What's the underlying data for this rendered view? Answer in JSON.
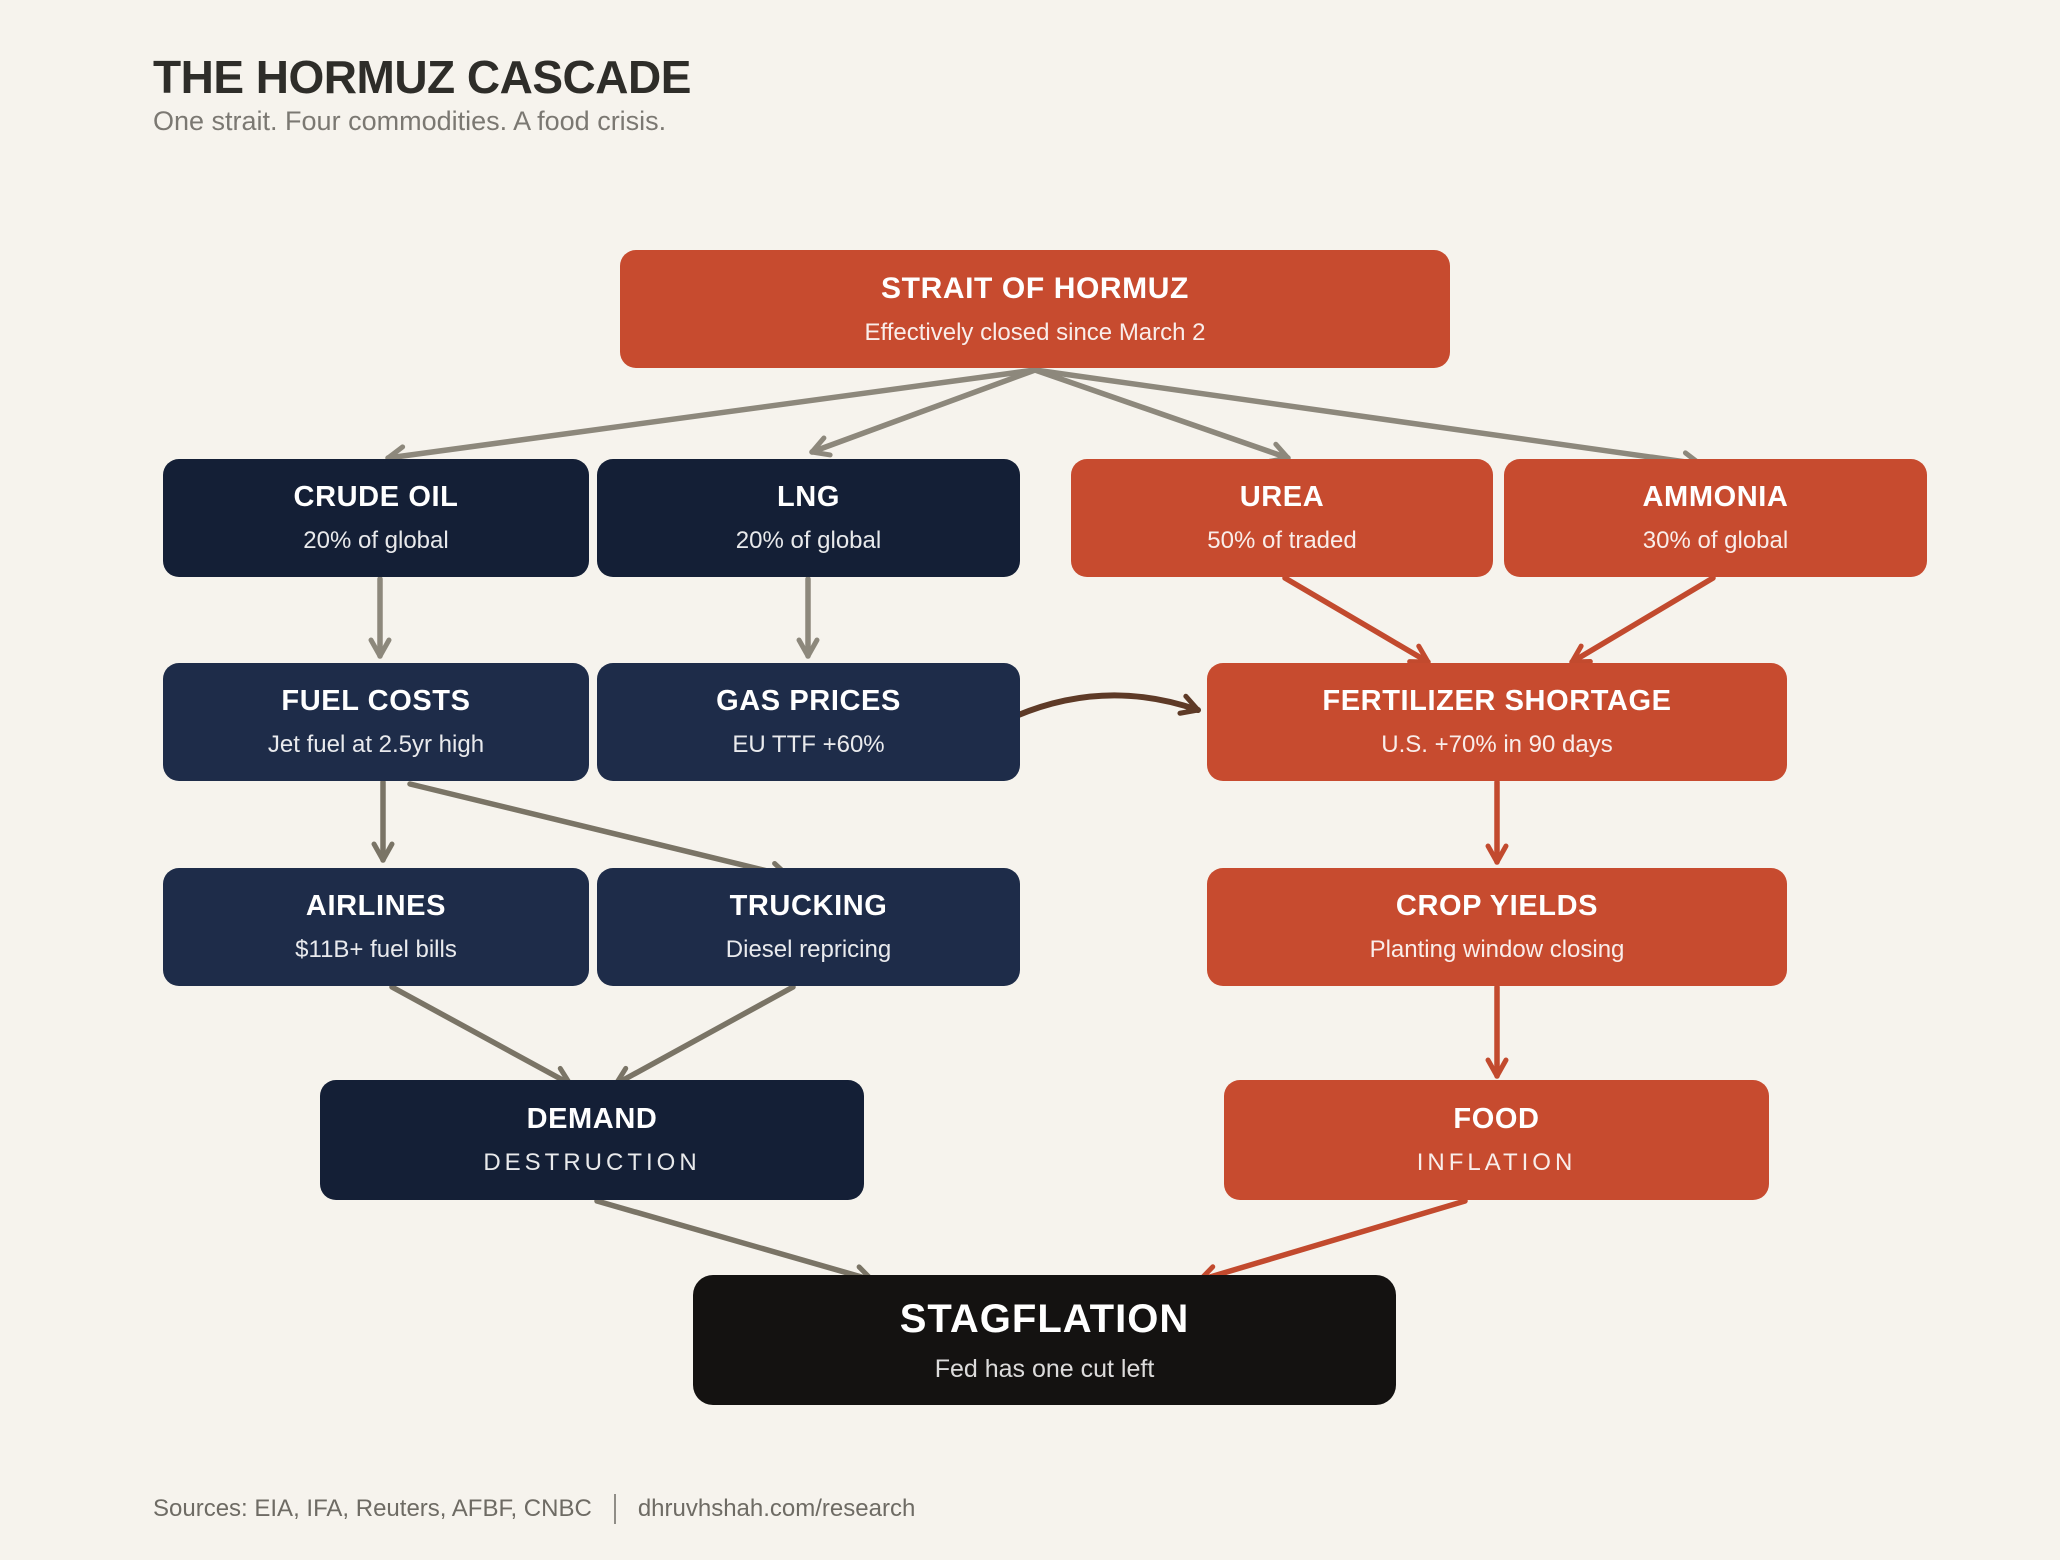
{
  "page": {
    "title": "THE HORMUZ CASCADE",
    "subtitle": "One strait. Four commodities. A food crisis.",
    "footer": {
      "sources": "Sources: EIA, IFA, Reuters, AFBF, CNBC",
      "site": "dhruvhshah.com/research"
    }
  },
  "colors": {
    "background": "#F6F3ED",
    "title_text": "#2E2D29",
    "subtitle_text": "#7B7872",
    "footer_text": "#6E6B64",
    "orange": "#C74B2F",
    "navy_dark": "#141F36",
    "navy_mid": "#1E2C49",
    "black": "#141211",
    "box_text": "#FFFFFF",
    "arrow_gray": "#8D887C",
    "arrow_olive": "#7A7466",
    "arrow_red": "#C24A2E",
    "arrow_brown": "#5E3A27"
  },
  "diagram": {
    "nodes": [
      {
        "id": "strait",
        "title": "STRAIT OF HORMUZ",
        "subtitle": "Effectively closed since March 2"
      },
      {
        "id": "crude-oil",
        "title": "CRUDE OIL",
        "subtitle": "20% of global"
      },
      {
        "id": "lng",
        "title": "LNG",
        "subtitle": "20% of global"
      },
      {
        "id": "urea",
        "title": "UREA",
        "subtitle": "50% of traded"
      },
      {
        "id": "ammonia",
        "title": "AMMONIA",
        "subtitle": "30% of global"
      },
      {
        "id": "fuel-costs",
        "title": "FUEL COSTS",
        "subtitle": "Jet fuel at 2.5yr high"
      },
      {
        "id": "gas-prices",
        "title": "GAS PRICES",
        "subtitle": "EU TTF +60%"
      },
      {
        "id": "fertilizer",
        "title": "FERTILIZER SHORTAGE",
        "subtitle": "U.S. +70% in 90 days"
      },
      {
        "id": "airlines",
        "title": "AIRLINES",
        "subtitle": "$11B+ fuel bills"
      },
      {
        "id": "trucking",
        "title": "TRUCKING",
        "subtitle": "Diesel repricing"
      },
      {
        "id": "crop-yields",
        "title": "CROP YIELDS",
        "subtitle": "Planting window closing"
      },
      {
        "id": "demand",
        "title": "DEMAND",
        "subtitle": "DESTRUCTION"
      },
      {
        "id": "food",
        "title": "FOOD",
        "subtitle": "INFLATION"
      },
      {
        "id": "stagflation",
        "title": "STAGFLATION",
        "subtitle": "Fed has one cut left"
      }
    ],
    "edges": [
      {
        "from": "strait",
        "to": "crude-oil",
        "color_role": "arrow_gray"
      },
      {
        "from": "strait",
        "to": "lng",
        "color_role": "arrow_gray"
      },
      {
        "from": "strait",
        "to": "urea",
        "color_role": "arrow_gray"
      },
      {
        "from": "strait",
        "to": "ammonia",
        "color_role": "arrow_gray"
      },
      {
        "from": "crude-oil",
        "to": "fuel-costs",
        "color_role": "arrow_gray"
      },
      {
        "from": "lng",
        "to": "gas-prices",
        "color_role": "arrow_gray"
      },
      {
        "from": "urea",
        "to": "fertilizer",
        "color_role": "arrow_red"
      },
      {
        "from": "ammonia",
        "to": "fertilizer",
        "color_role": "arrow_red"
      },
      {
        "from": "gas-prices",
        "to": "fertilizer",
        "color_role": "arrow_brown"
      },
      {
        "from": "fuel-costs",
        "to": "airlines",
        "color_role": "arrow_olive"
      },
      {
        "from": "fuel-costs",
        "to": "trucking",
        "color_role": "arrow_olive"
      },
      {
        "from": "fertilizer",
        "to": "crop-yields",
        "color_role": "arrow_red"
      },
      {
        "from": "airlines",
        "to": "demand",
        "color_role": "arrow_olive"
      },
      {
        "from": "trucking",
        "to": "demand",
        "color_role": "arrow_olive"
      },
      {
        "from": "crop-yields",
        "to": "food",
        "color_role": "arrow_red"
      },
      {
        "from": "demand",
        "to": "stagflation",
        "color_role": "arrow_olive"
      },
      {
        "from": "food",
        "to": "stagflation",
        "color_role": "arrow_red"
      }
    ]
  }
}
